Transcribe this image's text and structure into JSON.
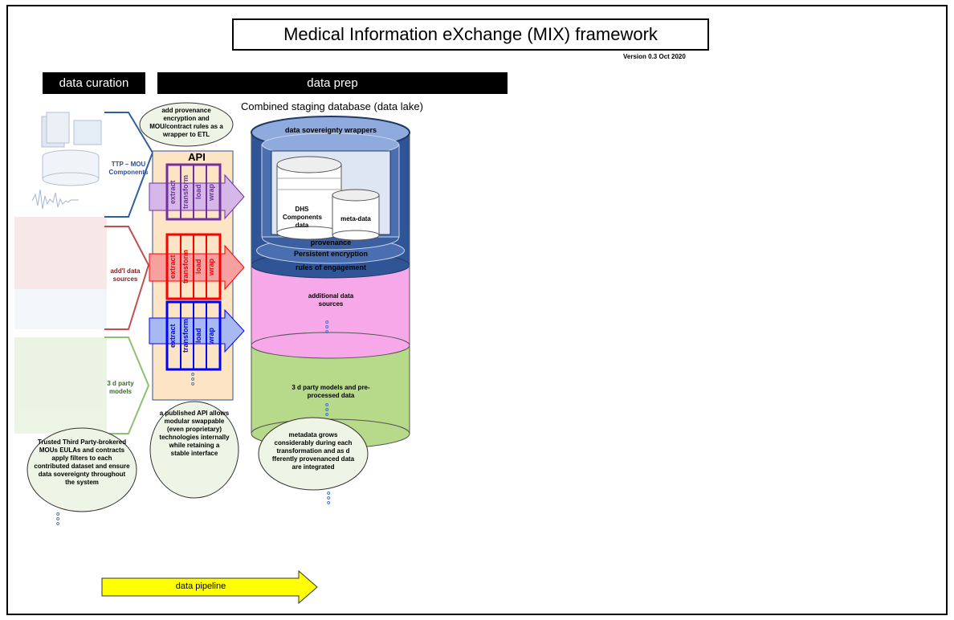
{
  "title": "Medical Information eXchange (MIX) framework",
  "version": "Version 0.3  Oct 2020",
  "headers": {
    "curation": "data curation",
    "prep": "data prep"
  },
  "staging": "Combined staging database (data lake)",
  "left_labels": {
    "ttp": "TTP – MOU Components",
    "addl": "add'l data sources",
    "third": "3 d party models"
  },
  "api": {
    "label": "API",
    "steps": [
      "extract",
      "transform",
      "load",
      "wrap"
    ]
  },
  "clouds": {
    "top": "add provenance encryption and MOU/contract rules as a wrapper to ETL",
    "api": "a published API allows modular swappable (even proprietary) technologies internally while retaining a stable interface",
    "ttp": "Trusted Third Party-brokered MOUs EULAs and contracts apply filters to each contributed dataset and ensure data sovereignty throughout the system",
    "meta": "metadata grows considerably during each transformation and as d fferently provenanced data are integrated"
  },
  "db": {
    "wrappers": "data sovereignty wrappers",
    "dhs": "DHS Components data",
    "metadata": "meta-data",
    "provenance": "provenance",
    "encryption": "Persistent encryption",
    "rules": "rules of engagement",
    "additional": "additional data sources",
    "third": "3 d party models and pre-processed data"
  },
  "pipeline": "data pipeline",
  "colors": {
    "purple": "#7030a0",
    "red": "#ff0000",
    "blue": "#0000ff",
    "navy": "#2f4f8f",
    "pink": "#f7a8e8",
    "green": "#b6d98a",
    "api_bg": "#fce4c4",
    "yellow": "#ffff00"
  }
}
